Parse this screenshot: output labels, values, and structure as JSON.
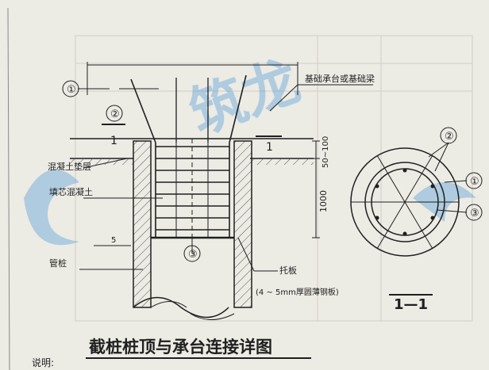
{
  "labels": {
    "foundation": "基础承台或基础梁",
    "cushion": "混凝土垫层",
    "fill_concrete": "填芯混凝土",
    "pipe_pile": "管桩",
    "tray": "托板",
    "tray_spec": "(4 ~ 5mm厚圆薄钢板)",
    "dim_small": "50~100",
    "dim_large": "1000",
    "weld": "5",
    "title": "截桩桩顶与承台连接详图",
    "note": "说明:",
    "section_1": "1",
    "section_2": "1",
    "section_view": "1—1"
  },
  "callouts": {
    "c1": "①",
    "c2": "②",
    "c3": "③",
    "r2": "②",
    "r1": "①",
    "r3": "③"
  },
  "watermark": {
    "text": "筑龙",
    "color": "#3c8fd8"
  },
  "colors": {
    "paper": "#ecebe4",
    "ink": "#1f1f1f",
    "hatch": "#4a4a4a",
    "faded": "#c9c8c0"
  }
}
